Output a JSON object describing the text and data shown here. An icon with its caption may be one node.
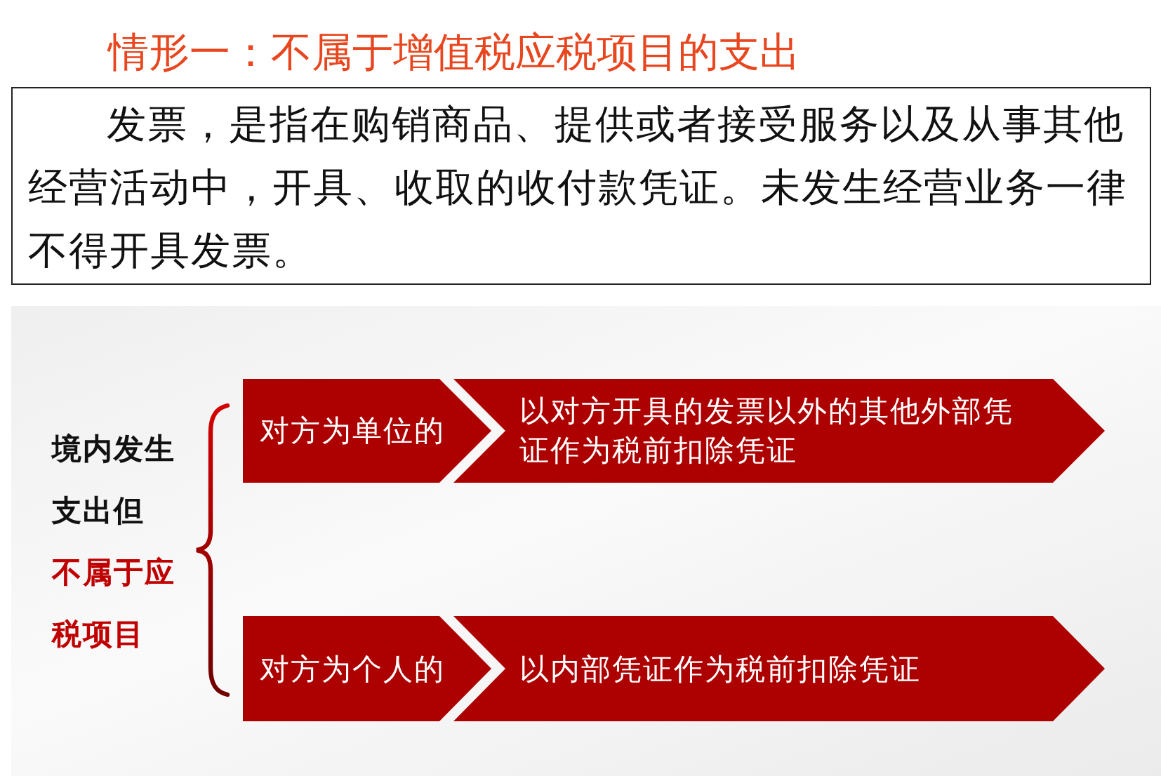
{
  "diagram": {
    "title": "情形一：不属于增值税应税项目的支出",
    "nodes": [
      {
        "text": [
          "发票，是指在购销商品、提供或者接受服务以及从事其他经营活动中，开具、收取的收付款凭证。未发生经营业务一律不得开具发票。"
        ]
      },
      {
        "text": [
          "对方为单位的"
        ]
      },
      {
        "text": [
          "以对方开具的发票以外的其他外部凭证作为税前扣除凭证"
        ]
      },
      {
        "text": [
          "对方为个人的"
        ]
      },
      {
        "text": [
          "以内部凭证作为税前扣除凭证"
        ]
      }
    ],
    "labels": [
      "境内发生支出但",
      "不属于应税项目"
    ]
  }
}
